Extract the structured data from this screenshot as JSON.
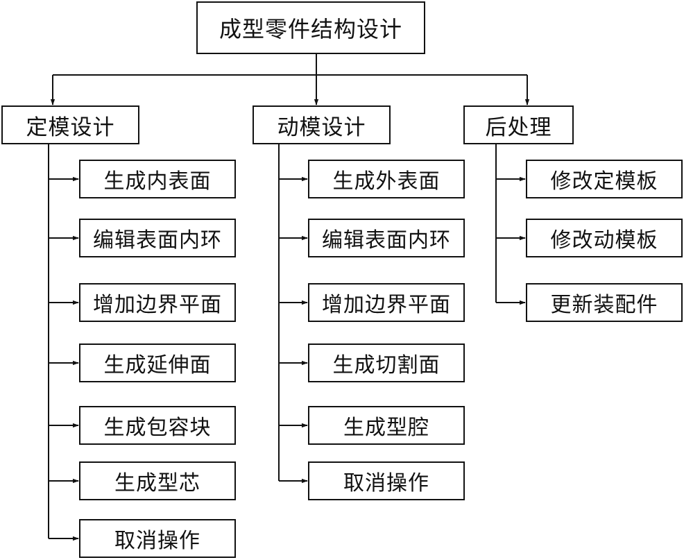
{
  "root": {
    "label": "成型零件结构设计"
  },
  "branches": [
    {
      "label": "定模设计",
      "children": [
        "生成内表面",
        "编辑表面内环",
        "增加边界平面",
        "生成延伸面",
        "生成包容块",
        "生成型芯",
        "取消操作"
      ]
    },
    {
      "label": "动模设计",
      "children": [
        "生成外表面",
        "编辑表面内环",
        "增加边界平面",
        "生成切割面",
        "生成型腔",
        "取消操作"
      ]
    },
    {
      "label": "后处理",
      "children": [
        "修改定模板",
        "修改动模板",
        "更新装配件"
      ]
    }
  ],
  "colors": {
    "stroke": "#111111",
    "background": "#ffffff"
  }
}
